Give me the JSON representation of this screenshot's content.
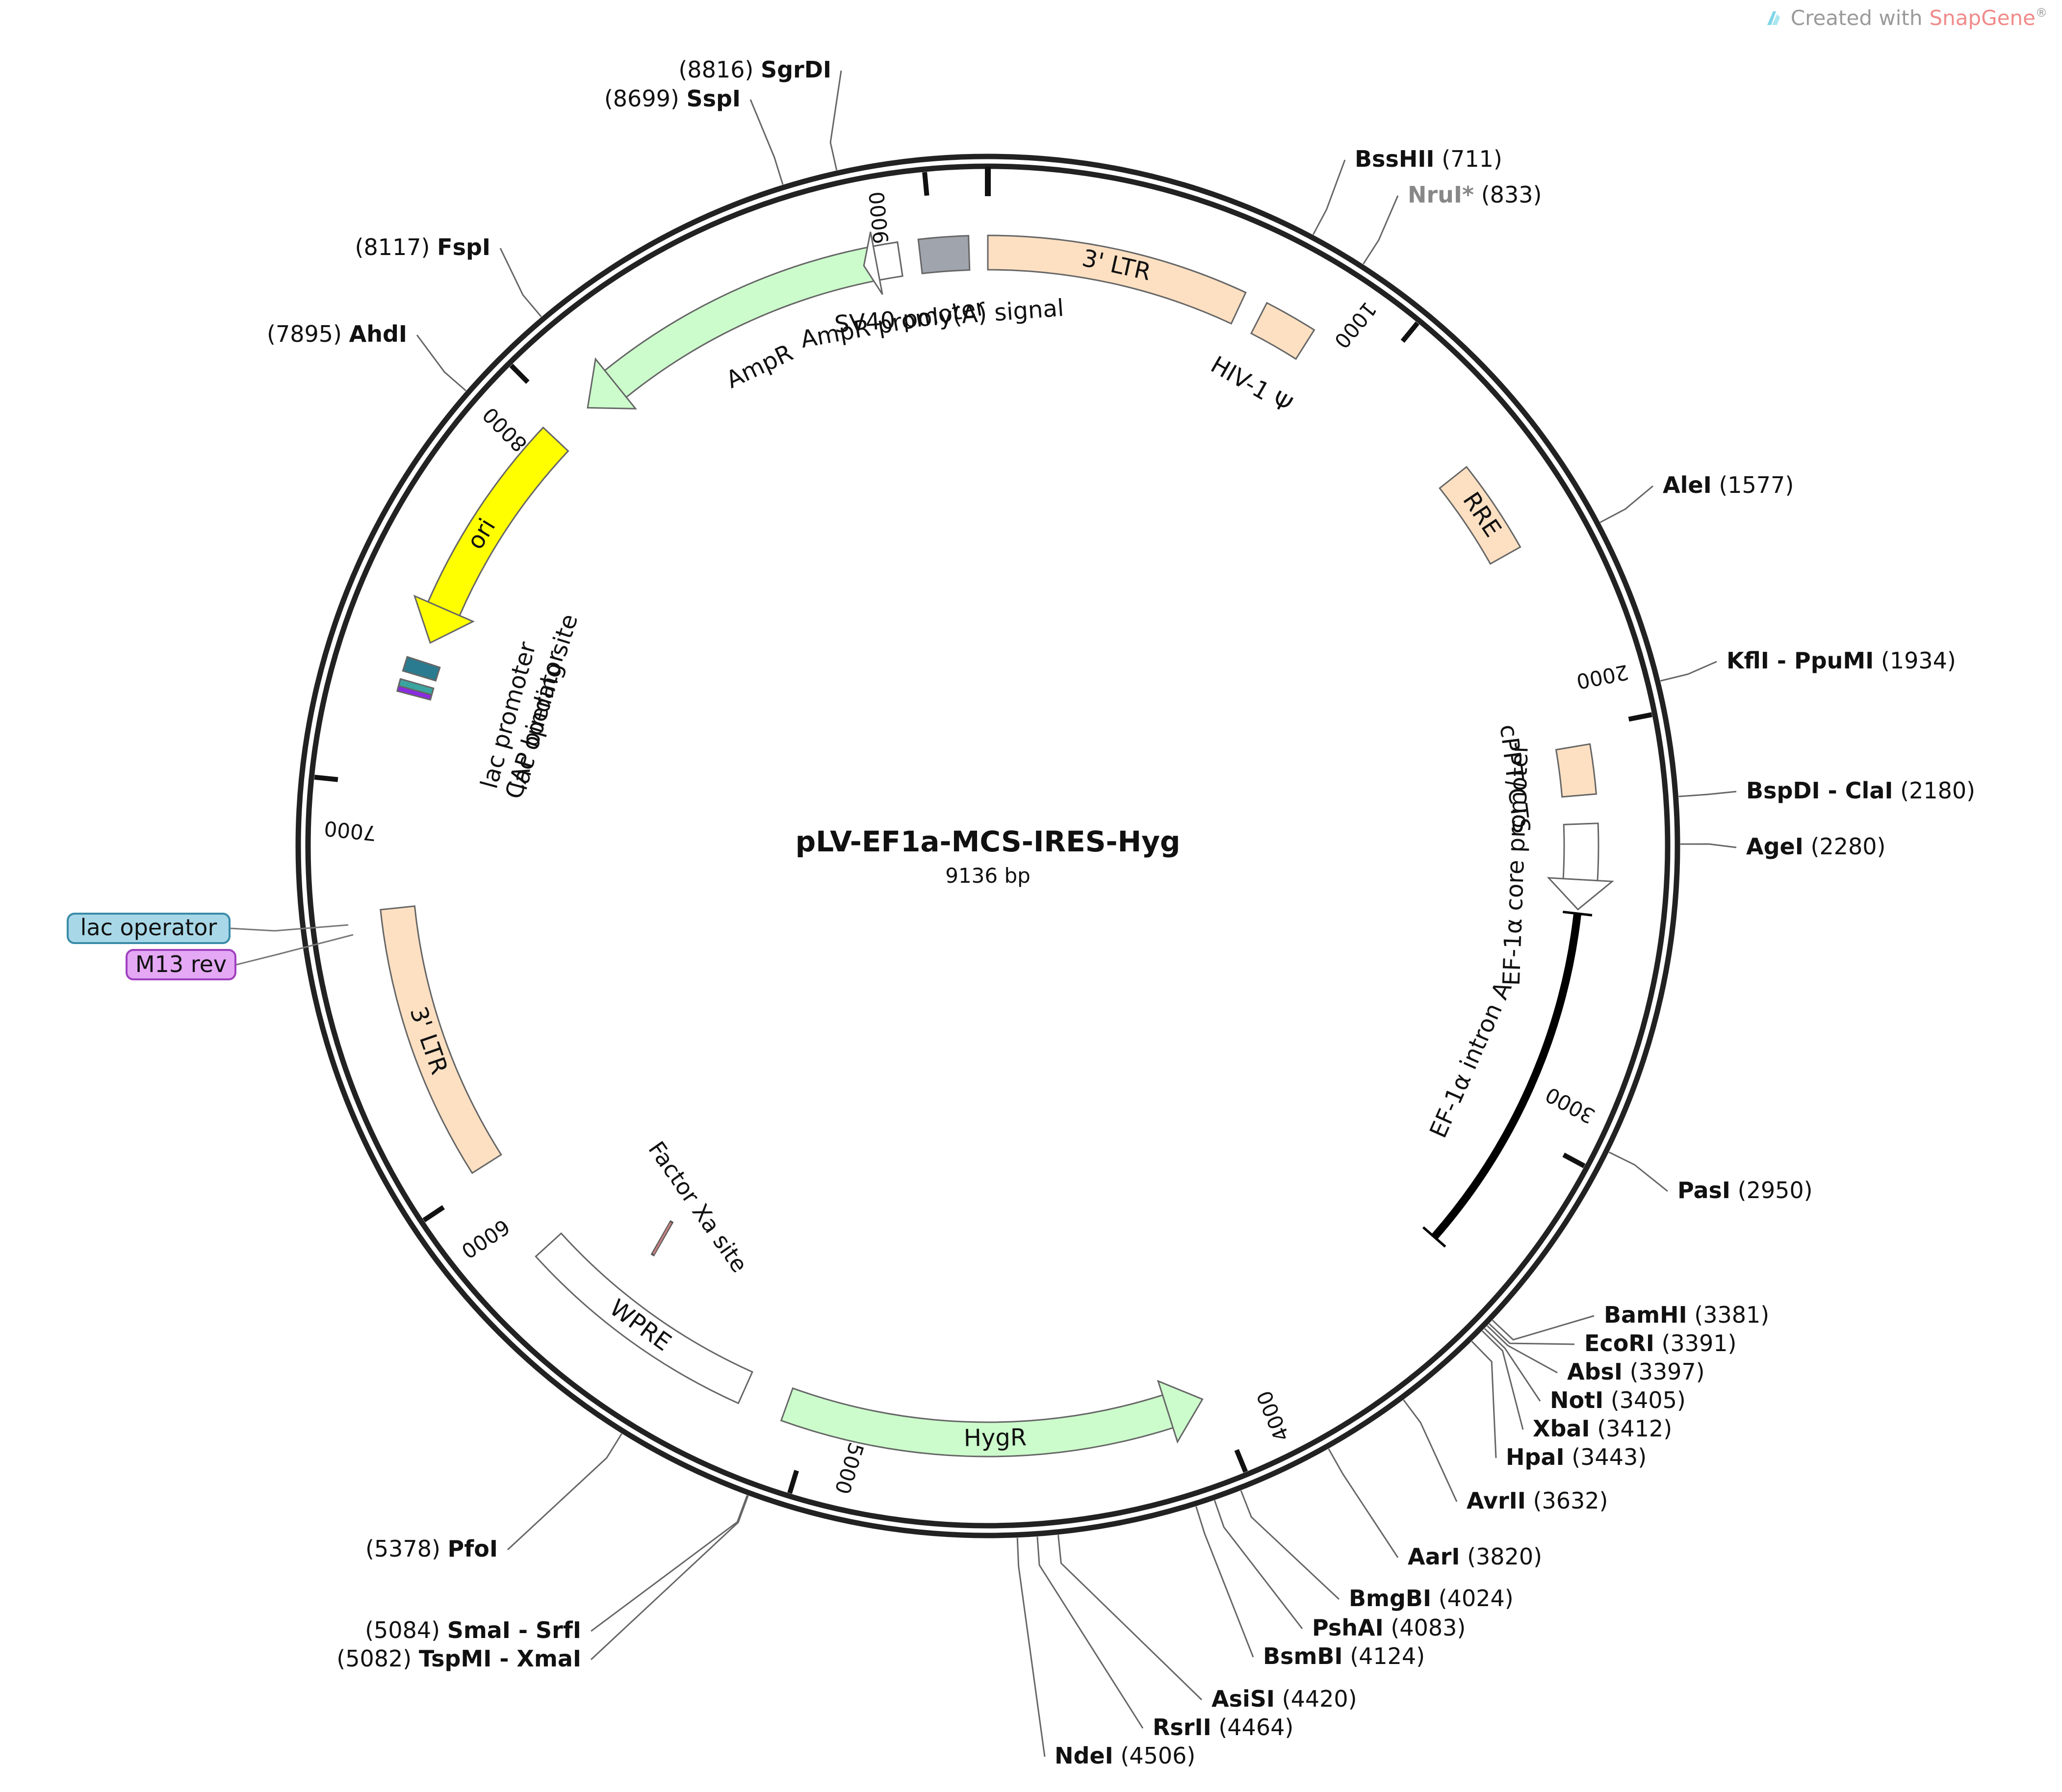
{
  "header": {
    "brand_prefix": "Created with",
    "brand_name": "SnapGene",
    "brand_mark": "®"
  },
  "plasmid": {
    "name": "pLV-EF1a-MCS-IRES-Hyg",
    "size_label": "9136 bp",
    "length": 9136
  },
  "ticks": [
    {
      "label": "1000",
      "pos": 1000
    },
    {
      "label": "2000",
      "pos": 2000
    },
    {
      "label": "3000",
      "pos": 3000
    },
    {
      "label": "4000",
      "pos": 4000
    },
    {
      "label": "5000",
      "pos": 5000
    },
    {
      "label": "6000",
      "pos": 6000
    },
    {
      "label": "7000",
      "pos": 7000
    },
    {
      "label": "8000",
      "pos": 8000
    },
    {
      "label": "9000",
      "pos": 9000
    }
  ],
  "features": [
    {
      "name": "3' LTR",
      "start": 0,
      "end": 634,
      "ring": 1,
      "color": "#fde0c2",
      "shape": "box",
      "label_inside": true
    },
    {
      "name": "HIV-1 Ψ",
      "start": 690,
      "end": 820,
      "ring": 1,
      "color": "#fde0c2",
      "shape": "box",
      "label_inside": false
    },
    {
      "name": "RRE",
      "start": 1310,
      "end": 1540,
      "ring": 1,
      "color": "#fde0c2",
      "shape": "box",
      "label_inside": true
    },
    {
      "name": "cPPT/CTS",
      "start": 2040,
      "end": 2160,
      "ring": 1,
      "color": "#fde0c2",
      "shape": "box",
      "label_inside": false
    },
    {
      "name": "EF-1α core promoter",
      "start": 2230,
      "end": 2440,
      "ring": 1,
      "color": "#ffffff",
      "shape": "arrow-cw",
      "label_inside": false
    },
    {
      "name": "EF-1α intron A",
      "start": 2450,
      "end": 3330,
      "ring": 1,
      "color": "#000000",
      "shape": "line",
      "label_inside": false
    },
    {
      "name": "HygR",
      "start": 4030,
      "end": 5070,
      "ring": 1,
      "color": "#ccfccc",
      "shape": "arrow-ccw",
      "label_inside": true
    },
    {
      "name": "WPRE",
      "start": 5180,
      "end": 5780,
      "ring": 1,
      "color": "#ffffff",
      "shape": "box",
      "label_inside": true
    },
    {
      "name": "3' LTR",
      "start": 6030,
      "end": 6700,
      "ring": 1,
      "color": "#fde0c2",
      "shape": "box",
      "label_inside": true
    },
    {
      "name": "lac promoter",
      "start": 7225,
      "end": 7253,
      "ring": 1,
      "color": "#8a2be2",
      "shape": "box",
      "label_inside": false
    },
    {
      "name": "lac operator",
      "start": 7238,
      "end": 7255,
      "ring": 1,
      "color": "#3aa5a0",
      "shape": "box",
      "label_inside": false
    },
    {
      "name": "CAP binding site",
      "start": 7275,
      "end": 7310,
      "ring": 1,
      "color": "#2a7b8f",
      "shape": "box",
      "label_inside": false
    },
    {
      "name": "ori",
      "start": 7360,
      "end": 7950,
      "ring": 1,
      "color": "#ffff00",
      "shape": "arrow-ccw",
      "label_inside": true
    },
    {
      "name": "AmpR",
      "start": 8060,
      "end": 8920,
      "ring": 1,
      "color": "#ccfccc",
      "shape": "arrow-ccw",
      "label_inside": false
    },
    {
      "name": "AmpR promoter",
      "start": 8830,
      "end": 8920,
      "ring": 1,
      "color": "#ffffff",
      "shape": "arrow-ccw",
      "label_inside": false
    },
    {
      "name": "SV40 poly(A) signal",
      "start": 8970,
      "end": 9090,
      "ring": 1,
      "color": "#a0a4ad",
      "shape": "box",
      "label_inside": false
    },
    {
      "name": "Factor Xa site",
      "start": 5600,
      "end": 5612,
      "ring": 3,
      "color": "#c08080",
      "shape": "box",
      "label_inside": false
    }
  ],
  "sites": [
    {
      "label": "SgrDI",
      "pos_text": "(8816)",
      "pos": 8816,
      "side": "left"
    },
    {
      "label": "SspI",
      "pos_text": "(8699)",
      "pos": 8699,
      "side": "left"
    },
    {
      "label": "FspI",
      "pos_text": "(8117)",
      "pos": 8117,
      "side": "left"
    },
    {
      "label": "AhdI",
      "pos_text": "(7895)",
      "pos": 7895,
      "side": "left"
    },
    {
      "label": "BssHII",
      "pos_text": "(711)",
      "pos": 711,
      "side": "right"
    },
    {
      "label": "NruI*",
      "pos_text": "(833)",
      "pos": 833,
      "side": "right",
      "muted": true
    },
    {
      "label": "AleI",
      "pos_text": "(1577)",
      "pos": 1577,
      "side": "right"
    },
    {
      "label": "KflI - PpuMI",
      "pos_text": "(1934)",
      "pos": 1934,
      "side": "right"
    },
    {
      "label": "BspDI - ClaI",
      "pos_text": "(2180)",
      "pos": 2180,
      "side": "right"
    },
    {
      "label": "AgeI",
      "pos_text": "(2280)",
      "pos": 2280,
      "side": "right"
    },
    {
      "label": "PasI",
      "pos_text": "(2950)",
      "pos": 2950,
      "side": "right"
    },
    {
      "label": "BamHI",
      "pos_text": "(3381)",
      "pos": 3381,
      "side": "right"
    },
    {
      "label": "EcoRI",
      "pos_text": "(3391)",
      "pos": 3391,
      "side": "right"
    },
    {
      "label": "AbsI",
      "pos_text": "(3397)",
      "pos": 3397,
      "side": "right"
    },
    {
      "label": "NotI",
      "pos_text": "(3405)",
      "pos": 3405,
      "side": "right"
    },
    {
      "label": "XbaI",
      "pos_text": "(3412)",
      "pos": 3412,
      "side": "right"
    },
    {
      "label": "HpaI",
      "pos_text": "(3443)",
      "pos": 3443,
      "side": "right"
    },
    {
      "label": "AvrII",
      "pos_text": "(3632)",
      "pos": 3632,
      "side": "right"
    },
    {
      "label": "AarI",
      "pos_text": "(3820)",
      "pos": 3820,
      "side": "right"
    },
    {
      "label": "BmgBI",
      "pos_text": "(4024)",
      "pos": 4024,
      "side": "right"
    },
    {
      "label": "PshAI",
      "pos_text": "(4083)",
      "pos": 4083,
      "side": "right"
    },
    {
      "label": "BsmBI",
      "pos_text": "(4124)",
      "pos": 4124,
      "side": "right"
    },
    {
      "label": "AsiSI",
      "pos_text": "(4420)",
      "pos": 4420,
      "side": "right"
    },
    {
      "label": "RsrII",
      "pos_text": "(4464)",
      "pos": 4464,
      "side": "right"
    },
    {
      "label": "NdeI",
      "pos_text": "(4506)",
      "pos": 4506,
      "side": "right"
    },
    {
      "label": "PfoI",
      "pos_text": "(5378)",
      "pos": 5378,
      "side": "left"
    },
    {
      "label": "SmaI - SrfI",
      "pos_text": "(5084)",
      "pos": 5084,
      "side": "left"
    },
    {
      "label": "TspMI - XmaI",
      "pos_text": "(5082)",
      "pos": 5082,
      "side": "left"
    }
  ],
  "primers": [
    {
      "label": "lac operator",
      "fill": "#a8d8e8",
      "stroke": "#3a8ba8"
    },
    {
      "label": "M13 rev",
      "fill": "#e4a8f4",
      "stroke": "#a040c0"
    }
  ]
}
